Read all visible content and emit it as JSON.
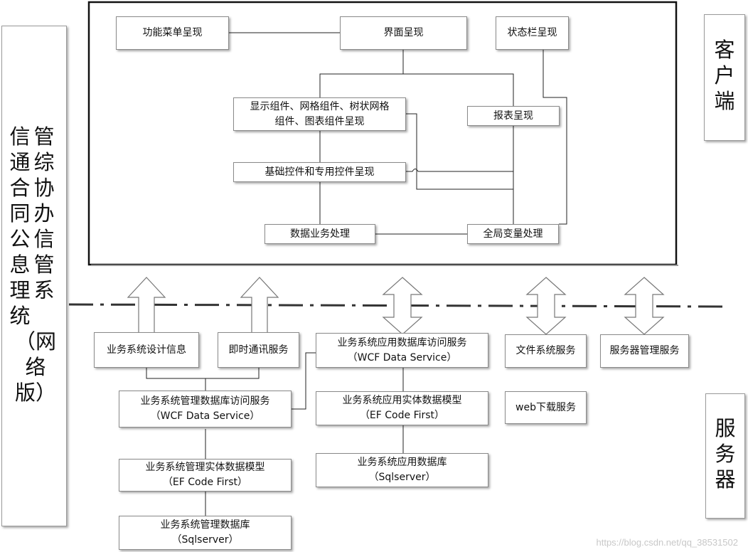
{
  "system_title": {
    "column1": [
      "管",
      "综",
      "协",
      "办",
      "信",
      "管",
      "系"
    ],
    "column2": [
      "信",
      "通",
      "合",
      "同",
      "公",
      "息",
      "理",
      "统",
      "（网",
      "络",
      "版）"
    ]
  },
  "client": {
    "label": [
      "客",
      "户",
      "端"
    ]
  },
  "server": {
    "label": [
      "服",
      "务",
      "器"
    ]
  },
  "client_nodes": {
    "menu": "功能菜单呈现",
    "ui": "界面呈现",
    "status_bar": "状态栏呈现",
    "components_line1": "显示组件、网格组件、树状网格",
    "components_line2": "组件、图表组件呈现",
    "report": "报表呈现",
    "controls": "基础控件和专用控件呈现",
    "data_business": "数据业务处理",
    "global_var": "全局变量处理"
  },
  "server_nodes": {
    "design_info": "业务系统设计信息",
    "im": "即时通讯服务",
    "app_db_access_line1": "业务系统应用数据库访问服务",
    "app_db_access_line2": "（WCF Data Service）",
    "file_service": "文件系统服务",
    "server_mgmt": "服务器管理服务",
    "mgmt_db_access_line1": "业务系统管理数据库访问服务",
    "mgmt_db_access_line2": "（WCF Data Service）",
    "app_entity_line1": "业务系统应用实体数据模型",
    "app_entity_line2": "（EF Code First）",
    "web_download": "web下载服务",
    "mgmt_entity_line1": "业务系统管理实体数据模型",
    "mgmt_entity_line2": "（EF Code First）",
    "app_db_line1": "业务系统应用数据库",
    "app_db_line2": "（Sqlserver）",
    "mgmt_db_line1": "业务系统管理数据库",
    "mgmt_db_line2": "（Sqlserver）"
  },
  "watermark": "https://blog.csdn.net/qq_38531502"
}
